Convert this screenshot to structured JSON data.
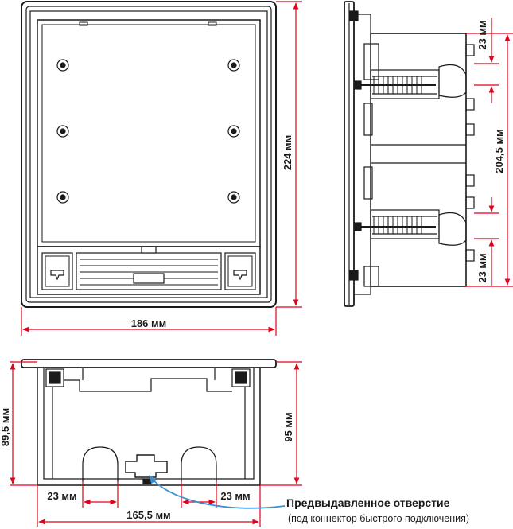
{
  "dimensions": {
    "front_height": "224 мм",
    "front_width": "186 мм",
    "side_height": "204,5 мм",
    "side_top_gap": "23 мм",
    "side_bottom_gap": "23 мм",
    "bottom_left_height": "89,5 мм",
    "bottom_right_height": "95 мм",
    "bottom_width": "165,5 мм",
    "bottom_left_gap": "23 мм",
    "bottom_right_gap": "23 мм"
  },
  "callout": {
    "title": "Предвыдавленное отверстие",
    "subtitle": "(под коннектор быстрого подключения)"
  },
  "colors": {
    "dimension": "#e3001b",
    "callout_arrow": "#3a8fd0",
    "outline": "#1a1a1a"
  }
}
